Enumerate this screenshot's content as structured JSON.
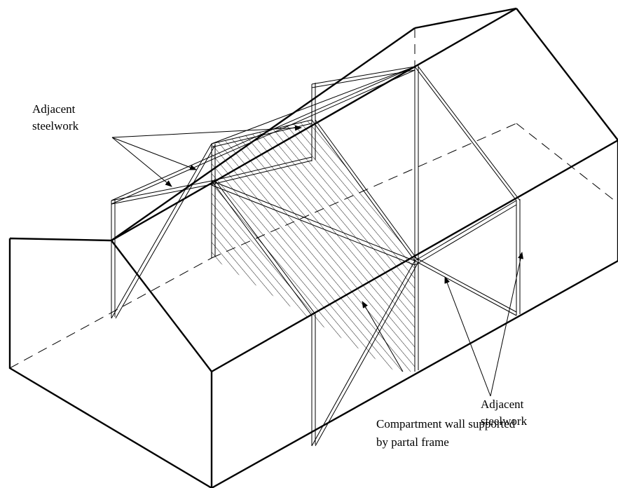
{
  "labels": {
    "adjacent_top_line1": "Adjacent",
    "adjacent_top_line2": "steelwork",
    "adjacent_right_line1": "Adjacent",
    "adjacent_right_line2": "steelwork",
    "compartment_line1": "Compartment wall supported",
    "compartment_line2": "by partal frame"
  }
}
